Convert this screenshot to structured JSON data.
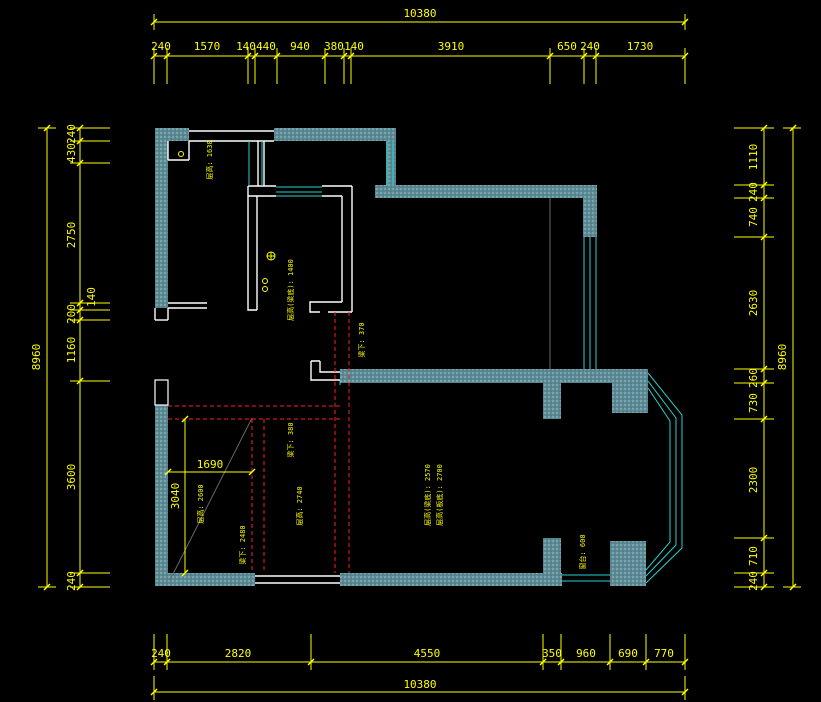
{
  "drawing": {
    "top_total": "10380",
    "bottom_total": "10380",
    "left_total": "8960",
    "right_total": "8960",
    "top_segments": [
      "240",
      "1570",
      "140",
      "440",
      "940",
      "380",
      "140",
      "3910",
      "650",
      "240",
      "1730"
    ],
    "bottom_segments": [
      "240",
      "2820",
      "4550",
      "350",
      "960",
      "690",
      "770"
    ],
    "left_segments": [
      "240",
      "430",
      "2750",
      "140",
      "200",
      "1160",
      "3600",
      "240"
    ],
    "right_segments": [
      "1110",
      "240",
      "740",
      "2630",
      "260",
      "730",
      "2300",
      "710",
      "240"
    ],
    "inner_dim_1690": "1690",
    "inner_dim_3040": "3040",
    "notes": {
      "n1": "梁下: 370",
      "n2": "梁下: 380",
      "n3": "层高: 2600",
      "n4": "层高: 2740",
      "n5": "梁下: 2480",
      "n6": "层高(板底): 2700",
      "n7": "层高(梁底): 2570",
      "n8": "窗台: 600",
      "n9": "层高(梁底): 1400",
      "n10": "层高: 1630"
    },
    "colors": {
      "dim": "#ffff00",
      "wall": "#5c8a94",
      "window": "#2ad1d1",
      "beam": "#ff2020",
      "background": "#000000"
    }
  }
}
